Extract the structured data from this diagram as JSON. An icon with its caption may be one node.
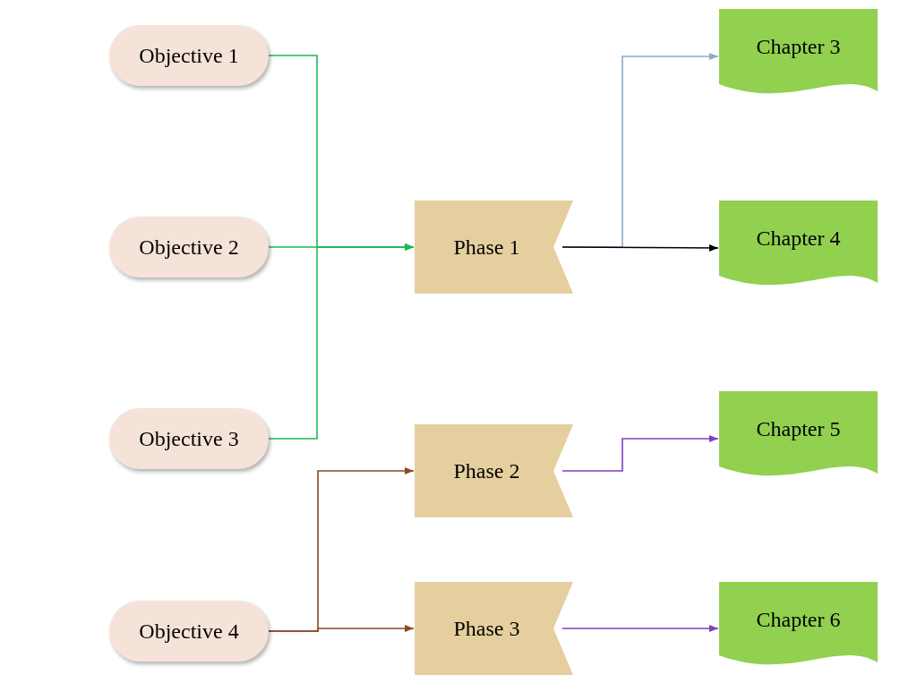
{
  "diagram": {
    "nodes": [
      {
        "text": [
          "Objective 1"
        ]
      },
      {
        "text": [
          "Objective 2"
        ]
      },
      {
        "text": [
          "Objective 3"
        ]
      },
      {
        "text": [
          "Objective 4"
        ]
      },
      {
        "text": [
          "Phase 1"
        ]
      },
      {
        "text": [
          "Phase 2"
        ]
      },
      {
        "text": [
          "Phase 3"
        ]
      },
      {
        "text": [
          "Chapter 3"
        ]
      },
      {
        "text": [
          "Chapter 4"
        ]
      },
      {
        "text": [
          "Chapter 5"
        ]
      },
      {
        "text": [
          "Chapter 6"
        ]
      }
    ],
    "edges": [
      {
        "from": 0,
        "to": 4,
        "arrow": "to",
        "color": "#1db954"
      },
      {
        "from": 1,
        "to": 4,
        "arrow": "to",
        "color": "#1db954"
      },
      {
        "from": 2,
        "to": 4,
        "arrow": "to",
        "color": "#1db954"
      },
      {
        "from": 3,
        "to": 5,
        "arrow": "to",
        "color": "#8b4a23"
      },
      {
        "from": 3,
        "to": 6,
        "arrow": "to",
        "color": "#8b4a23"
      },
      {
        "from": 4,
        "to": 7,
        "arrow": "to",
        "color": "#8eaacb"
      },
      {
        "from": 4,
        "to": 8,
        "arrow": "to",
        "color": "#000000"
      },
      {
        "from": 5,
        "to": 9,
        "arrow": "to",
        "color": "#7f3fbf"
      },
      {
        "from": 6,
        "to": 10,
        "arrow": "to",
        "color": "#7f3fbf"
      }
    ]
  }
}
